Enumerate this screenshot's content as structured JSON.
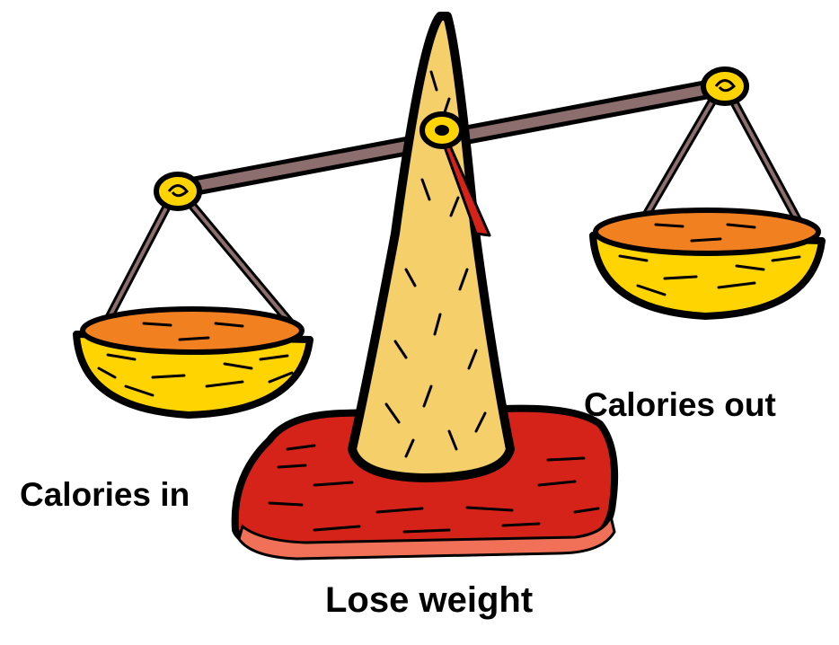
{
  "labels": {
    "calories_in": "Calories in",
    "calories_out": "Calories out",
    "result": "Lose weight"
  },
  "illustration": {
    "subject": "balance scale",
    "tilt": "left pan lower than right pan",
    "colors": {
      "outline": "#000000",
      "pan_yellow": "#FFD400",
      "pan_orange": "#F08020",
      "post": "#F5CF6A",
      "base_red": "#D6231A",
      "base_pink": "#F07058",
      "beam": "#8C6E6E"
    }
  }
}
